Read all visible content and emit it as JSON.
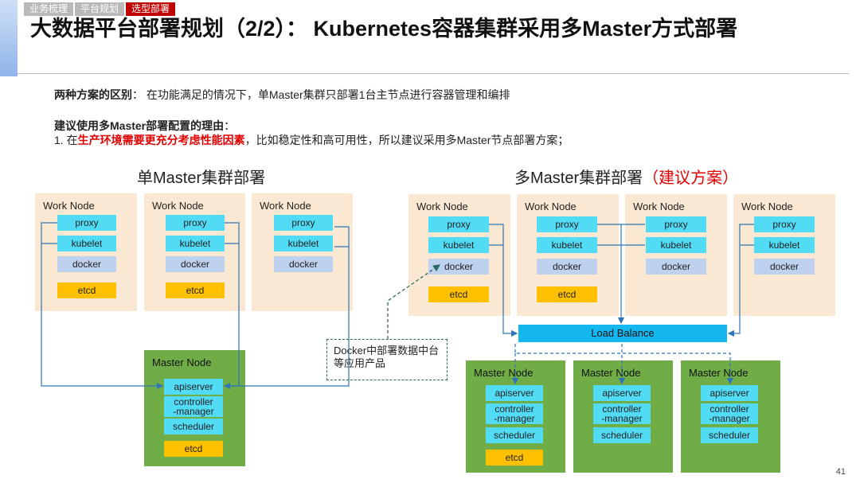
{
  "header": {
    "tabs": [
      {
        "label": "业务梳理",
        "active": false
      },
      {
        "label": "平台规划",
        "active": false
      },
      {
        "label": "选型部署",
        "active": true
      }
    ],
    "title": "大数据平台部署规划（2/2）： Kubernetes容器集群采用多Master方式部署"
  },
  "content": {
    "diff_label": "两种方案的区别",
    "diff_text": "：  在功能满足的情况下，单Master集群只部署1台主节点进行容器管理和编排",
    "reason_label": "建议使用多Master部署配置的理由",
    "reason_colon": "：",
    "reason_prefix": "1. 在",
    "reason_highlight": "生产环境需要更充分考虑性能因素",
    "reason_suffix": "，比如稳定性和高可用性，所以建议采用多Master节点部署方案；"
  },
  "diagram": {
    "single_heading": "单Master集群部署",
    "multi_heading": "多Master集群部署",
    "multi_heading_note": "（建议方案）",
    "work_node_label": "Work Node",
    "master_node_label": "Master Node",
    "proxy": "proxy",
    "kubelet": "kubelet",
    "docker": "docker",
    "etcd": "etcd",
    "apiserver": "apiserver",
    "controller_1": "controller",
    "controller_2": "-manager",
    "scheduler": "scheduler",
    "load_balance": "Load  Balance",
    "note": "Docker中部署数据中台等应用产品"
  },
  "footer": {
    "page": "41"
  },
  "colors": {
    "accent_red": "#c00000",
    "work_node": "#fbe8d2",
    "master_node": "#70ad47",
    "proxy_kubelet": "#52dbf5",
    "docker": "#bed1ee",
    "etcd": "#ffc000",
    "load_balance": "#14b7ee"
  }
}
